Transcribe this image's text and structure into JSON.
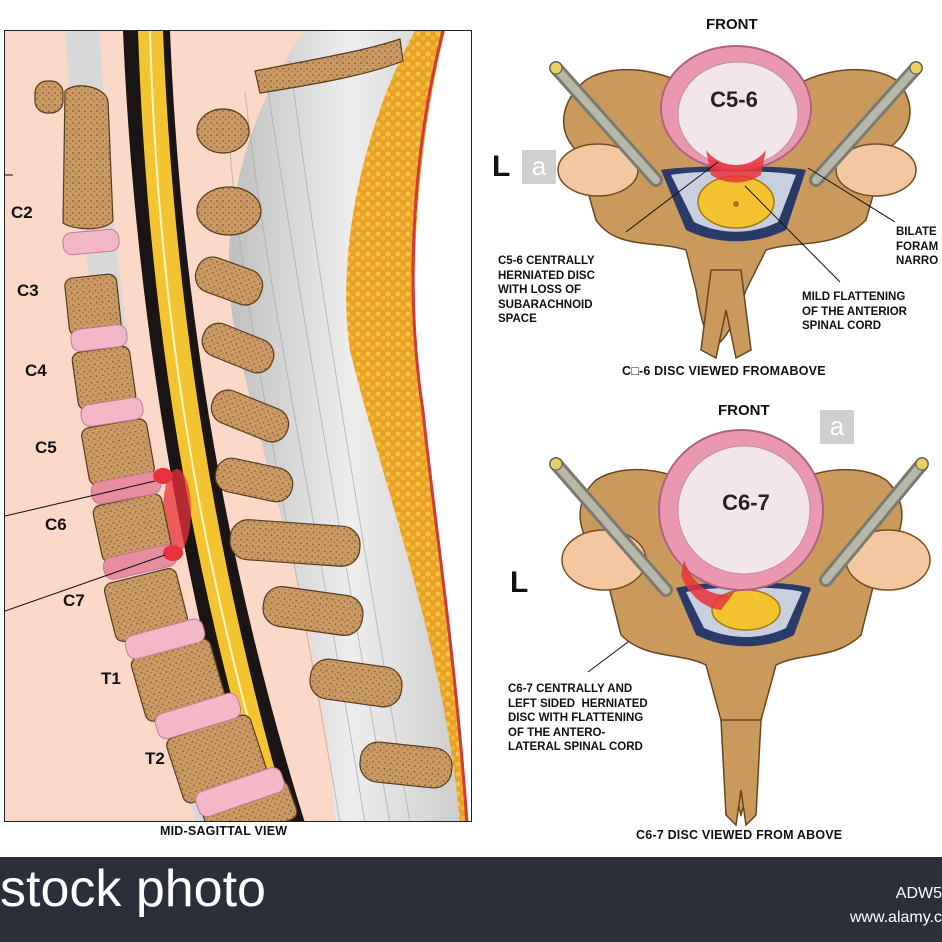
{
  "sagittal": {
    "labels": [
      "C2",
      "C3",
      "C4",
      "C5",
      "C6",
      "C7",
      "T1",
      "T2"
    ],
    "caption": "MID-SAGITTAL VIEW"
  },
  "top_panel": {
    "front": "FRONT",
    "side": "L",
    "disc": "C5-6",
    "note_herniated": "C5-6 CENTRALLY\nHERNIATED DISC\nWITH LOSS OF\nSUBARACHNOID\nSPACE",
    "note_flattening": "MILD FLATTENING\nOF THE ANTERIOR\nSPINAL CORD",
    "note_foraminal": "BILATE\nFORAM\nNARRO",
    "caption": "C□-6 DISC VIEWED FROMABOVE"
  },
  "bottom_panel": {
    "front": "FRONT",
    "side": "L",
    "disc": "C6-7",
    "note_herniated": "C6-7 CENTRALLY AND\nLEFT SIDED  HERNIATED\nDISC WITH FLATTENING\nOF THE ANTERO-\nLATERAL SPINAL CORD",
    "caption": "C6-7 DISC VIEWED FROM ABOVE"
  },
  "watermark": {
    "letter": "a"
  },
  "footer": {
    "brand": "stock photo",
    "image_id": "ADW5",
    "site": "www.alamy.c"
  },
  "colors": {
    "bone": "#caa06e",
    "disc": "#f2b8c8",
    "cord": "#f4c430",
    "fat": "#e8a020",
    "herniation": "#e8323a",
    "footer_bg": "#2b2f3a"
  }
}
